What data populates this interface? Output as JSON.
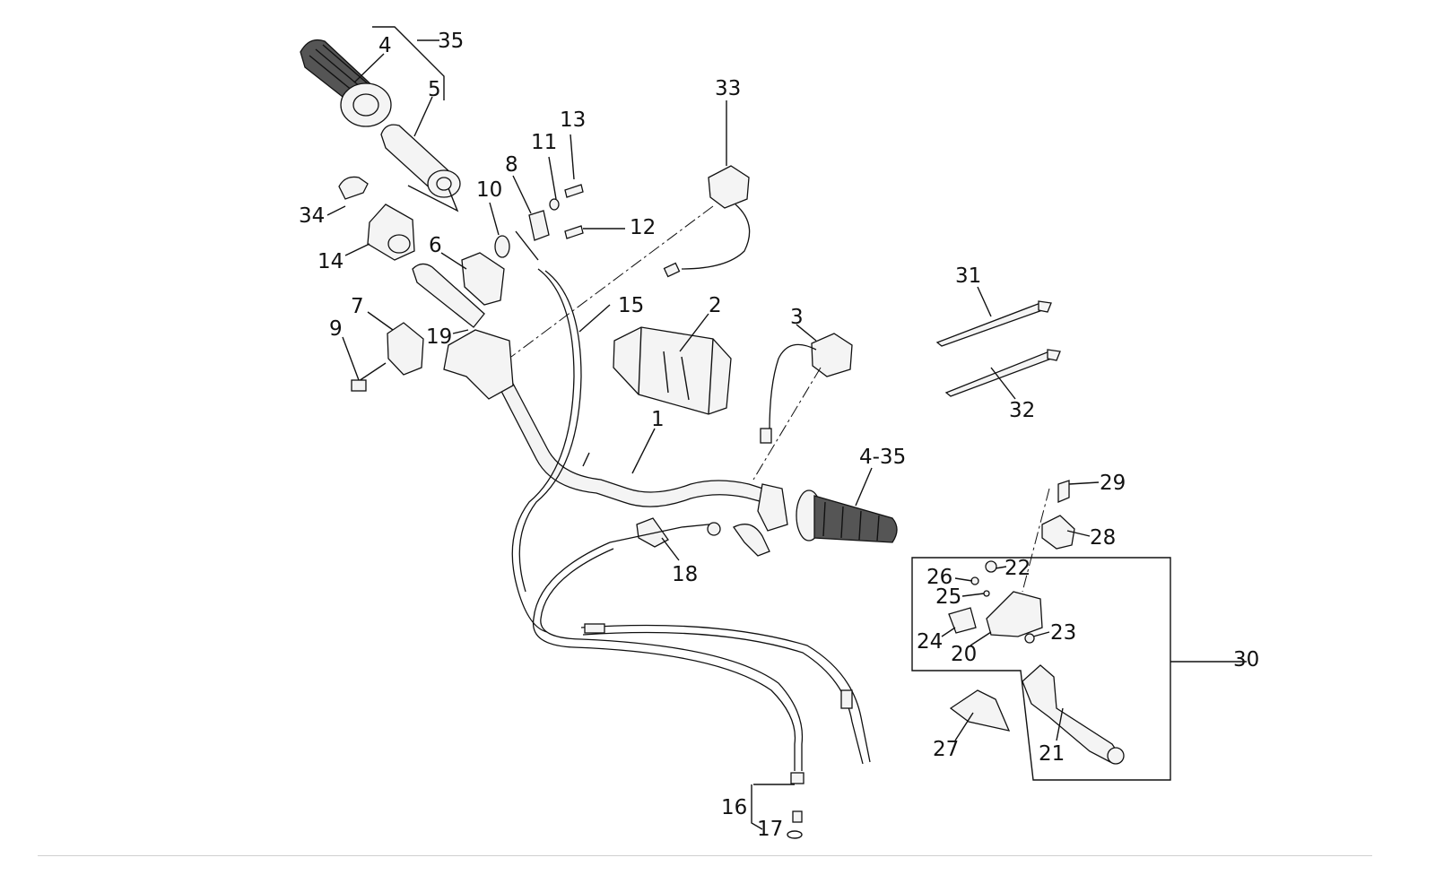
{
  "callouts": {
    "c1": "1",
    "c2": "2",
    "c3": "3",
    "c4": "4",
    "c4_35": "4-35",
    "c5": "5",
    "c6": "6",
    "c7": "7",
    "c8": "8",
    "c9": "9",
    "c10": "10",
    "c11": "11",
    "c12": "12",
    "c13": "13",
    "c14": "14",
    "c15": "15",
    "c16": "16",
    "c17": "17",
    "c18": "18",
    "c19": "19",
    "c20": "20",
    "c21": "21",
    "c22": "22",
    "c23": "23",
    "c24": "24",
    "c25": "25",
    "c26": "26",
    "c27": "27",
    "c28": "28",
    "c29": "29",
    "c30": "30",
    "c31": "31",
    "c32": "32",
    "c33": "33",
    "c34": "34",
    "c35": "35"
  },
  "icons": {
    "grip": "left-grip-icon",
    "throttle": "throttle-sleeve-icon",
    "dashboard": "instrument-cluster-icon",
    "lever": "clutch-lever-icon"
  },
  "colors": {
    "ink": "#111111",
    "fill": "#f4f4f4",
    "rule": "#cfcfcf"
  }
}
